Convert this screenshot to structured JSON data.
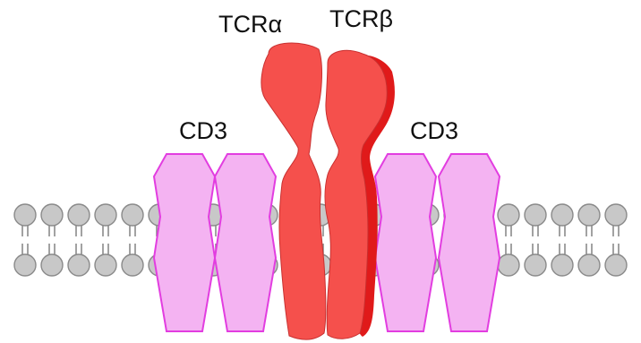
{
  "labels": {
    "tcr_alpha": "TCRα",
    "tcr_beta": "TCRβ",
    "cd3_left": "CD3",
    "cd3_right": "CD3"
  },
  "colors": {
    "tcr_fill": "#f5504c",
    "tcr_beta_shadow": "#e01a1a",
    "tcr_stroke": "#c83030",
    "cd3_fill": "#f4b3f2",
    "cd3_stroke": "#e23de0",
    "lipid_head_fill": "#c8c8c8",
    "lipid_head_stroke": "#8a8a8a",
    "lipid_tail": "#8a8a8a",
    "text": "#111111"
  }
}
